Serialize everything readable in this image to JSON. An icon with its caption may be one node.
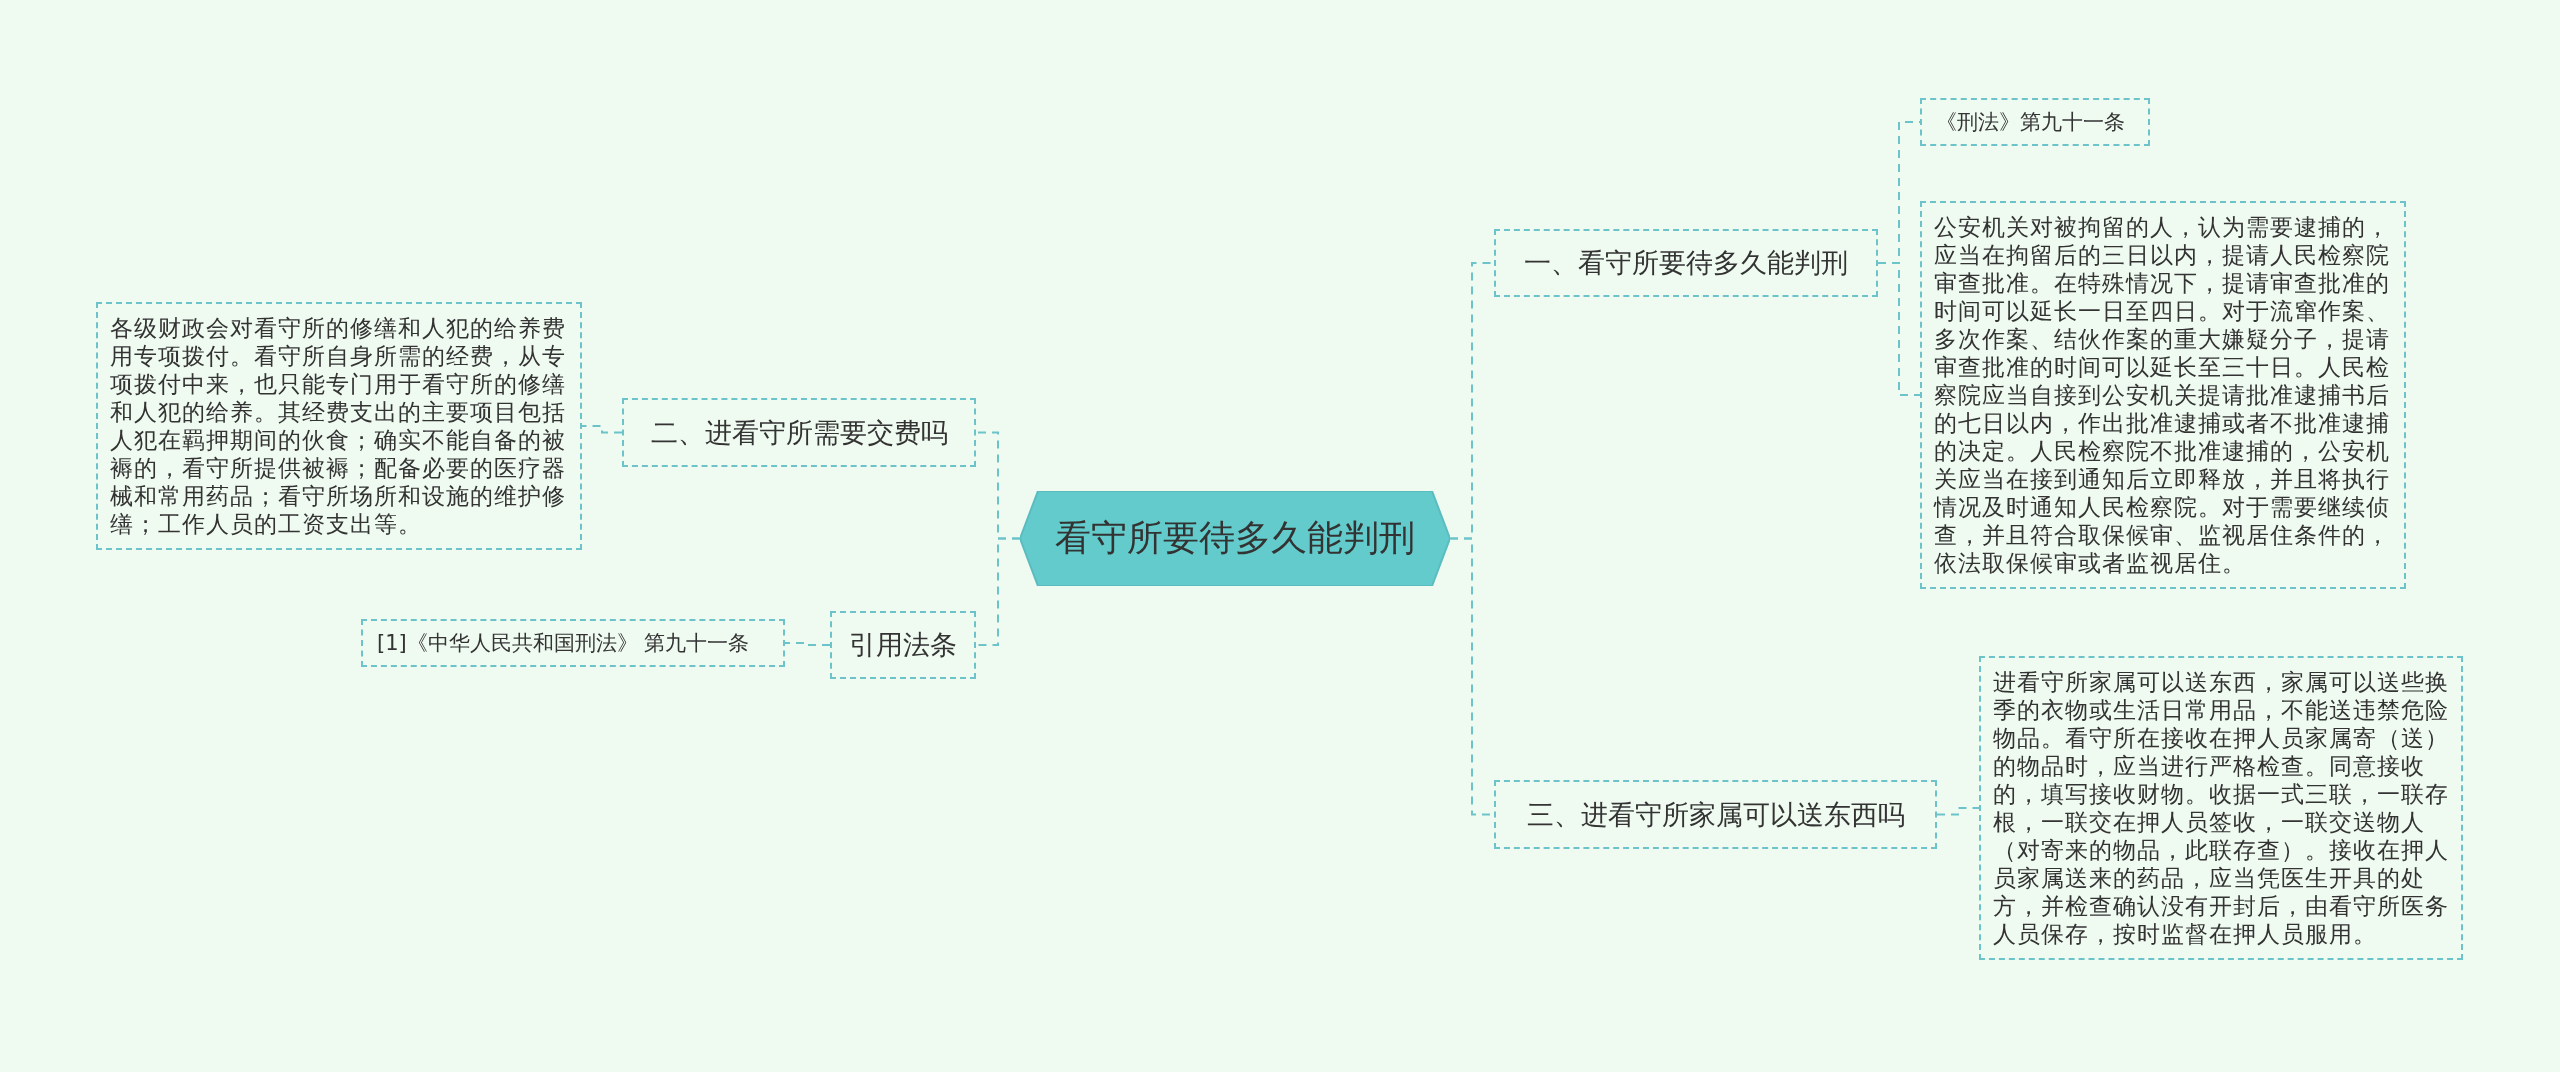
{
  "diagram": {
    "nodes": [
      {
        "text": [
          "看守所要待多久能判刑"
        ]
      },
      {
        "text": [
          "一、看守所要待多久能判刑"
        ]
      },
      {
        "text": [
          "《刑法》第九十一条"
        ]
      },
      {
        "text": [
          "公安机关对被拘留的人，认为需要逮捕的，应当在拘留后的三日以内，提请人民检察院审查批准。在特殊情况下，提请审查批准的时间可以延长一日至四日。对于流窜作案、多次作案、结伙作案的重大嫌疑分子，提请审查批准的时间可以延长至三十日。人民检察院应当自接到公安机关提请批准逮捕书后的七日以内，作出批准逮捕或者不批准逮捕的决定。人民检察院不批准逮捕的，公安机关应当在接到通知后立即释放，并且将执行情况及时通知人民检察院。对于需要继续侦查，并且符合取保候审、监视居住条件的，依法取保候审或者监视居住。"
        ]
      },
      {
        "text": [
          "二、进看守所需要交费吗"
        ]
      },
      {
        "text": [
          "各级财政会对看守所的修缮和人犯的给养费用专项拨付。看守所自身所需的经费，从专项拨付中来，也只能专门用于看守所的修缮和人犯的给养。其经费支出的主要项目包括人犯在羁押期间的伙食；确实不能自备的被褥的，看守所提供被褥；配备必要的医疗器械和常用药品；看守所场所和设施的维护修缮；工作人员的工资支出等。"
        ]
      },
      {
        "text": [
          "引用法条"
        ]
      },
      {
        "text": [
          "[1]《中华人民共和国刑法》 第九十一条"
        ]
      },
      {
        "text": [
          "三、进看守所家属可以送东西吗"
        ]
      },
      {
        "text": [
          "进看守所家属可以送东西，家属可以送些换季的衣物或生活日常用品，不能送违禁危险物品。看守所在接收在押人员家属寄（送）的物品时，应当进行严格检查。同意接收的，填写接收财物。收据一式三联，一联存根，一联交在押人员签收，一联交送物人（对寄来的物品，此联存查）。接收在押人员家属送来的药品，应当凭医生开具的处方，并检查确认没有开封后，由看守所医务人员保存，按时监督在押人员服用。"
        ]
      }
    ],
    "edges": [
      {
        "from": 0,
        "to": 1,
        "arrow": "none"
      },
      {
        "from": 1,
        "to": 2,
        "arrow": "none"
      },
      {
        "from": 1,
        "to": 3,
        "arrow": "none"
      },
      {
        "from": 0,
        "to": 4,
        "arrow": "none"
      },
      {
        "from": 4,
        "to": 5,
        "arrow": "none"
      },
      {
        "from": 0,
        "to": 6,
        "arrow": "none"
      },
      {
        "from": 6,
        "to": 7,
        "arrow": "none"
      },
      {
        "from": 0,
        "to": 8,
        "arrow": "none"
      },
      {
        "from": 8,
        "to": 9,
        "arrow": "none"
      }
    ]
  }
}
